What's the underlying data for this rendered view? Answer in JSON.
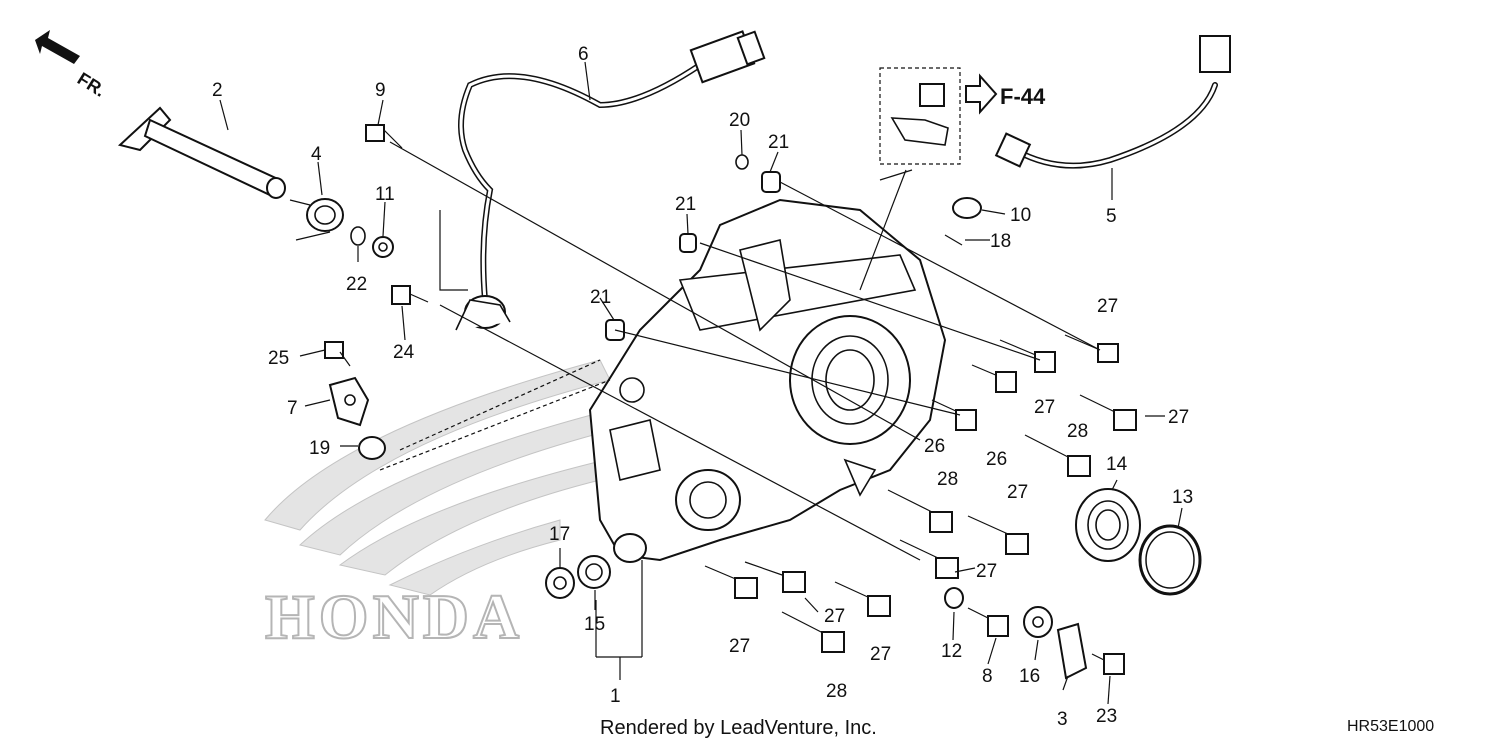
{
  "diagram": {
    "front_marker": "FR.",
    "reference_label": "F-44",
    "watermark": "HONDA",
    "credit": "Rendered by LeadVenture, Inc.",
    "diagram_code": "HR53E1000",
    "callouts": [
      {
        "id": "c1",
        "text": "1"
      },
      {
        "id": "c2",
        "text": "2"
      },
      {
        "id": "c3",
        "text": "3"
      },
      {
        "id": "c4",
        "text": "4"
      },
      {
        "id": "c5",
        "text": "5"
      },
      {
        "id": "c6",
        "text": "6"
      },
      {
        "id": "c7",
        "text": "7"
      },
      {
        "id": "c8",
        "text": "8"
      },
      {
        "id": "c9",
        "text": "9"
      },
      {
        "id": "c10",
        "text": "10"
      },
      {
        "id": "c11",
        "text": "11"
      },
      {
        "id": "c12",
        "text": "12"
      },
      {
        "id": "c13",
        "text": "13"
      },
      {
        "id": "c14",
        "text": "14"
      },
      {
        "id": "c15",
        "text": "15"
      },
      {
        "id": "c16",
        "text": "16"
      },
      {
        "id": "c17",
        "text": "17"
      },
      {
        "id": "c18",
        "text": "18"
      },
      {
        "id": "c19",
        "text": "19"
      },
      {
        "id": "c20",
        "text": "20"
      },
      {
        "id": "c21a",
        "text": "21"
      },
      {
        "id": "c21b",
        "text": "21"
      },
      {
        "id": "c21c",
        "text": "21"
      },
      {
        "id": "c22",
        "text": "22"
      },
      {
        "id": "c23",
        "text": "23"
      },
      {
        "id": "c24",
        "text": "24"
      },
      {
        "id": "c25",
        "text": "25"
      },
      {
        "id": "c26a",
        "text": "26"
      },
      {
        "id": "c26b",
        "text": "26"
      },
      {
        "id": "c27a",
        "text": "27"
      },
      {
        "id": "c27b",
        "text": "27"
      },
      {
        "id": "c27c",
        "text": "27"
      },
      {
        "id": "c27d",
        "text": "27"
      },
      {
        "id": "c27e",
        "text": "27"
      },
      {
        "id": "c27f",
        "text": "27"
      },
      {
        "id": "c27g",
        "text": "27"
      },
      {
        "id": "c27h",
        "text": "27"
      },
      {
        "id": "c28a",
        "text": "28"
      },
      {
        "id": "c28b",
        "text": "28"
      },
      {
        "id": "c28c",
        "text": "28"
      }
    ]
  }
}
